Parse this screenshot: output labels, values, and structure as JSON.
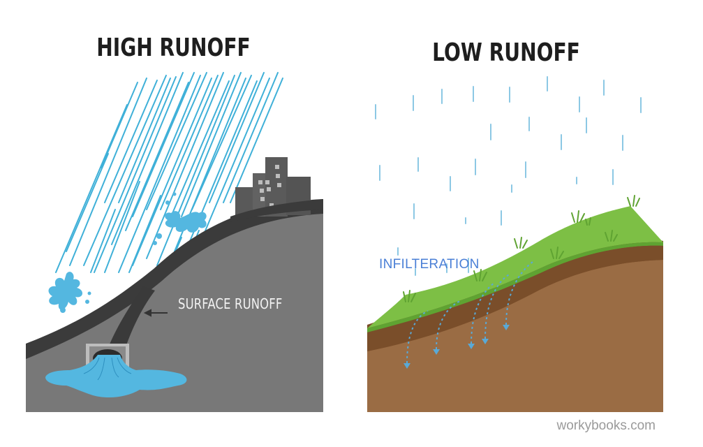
{
  "left_panel": {
    "title": "HIGH RUNOFF",
    "label": "SURFACE RUNOFF",
    "elements": [
      "heavy-slanted-rain",
      "city-buildings",
      "paved-slope",
      "water-splashes",
      "storm-drain",
      "runoff-puddle",
      "arrow-left"
    ],
    "colors": {
      "rain": "#3fb0d8",
      "water": "#54b7e0",
      "pavement": "#7a7a7a",
      "road": "#3a3a3a",
      "building": "#5a5a5a"
    }
  },
  "right_panel": {
    "title": "LOW RUNOFF",
    "label": "INFILTERATION",
    "elements": [
      "light-vertical-rain",
      "grass-slope",
      "soil-layers",
      "infiltration-arrows"
    ],
    "colors": {
      "rain": "#8cc8e4",
      "grass": "#7dbf45",
      "topsoil": "#7a4e2a",
      "subsoil": "#9a6c44",
      "arrows": "#5aa9d6",
      "label": "#4a7fd6"
    }
  },
  "footer": {
    "watermark": "workybooks.com"
  }
}
